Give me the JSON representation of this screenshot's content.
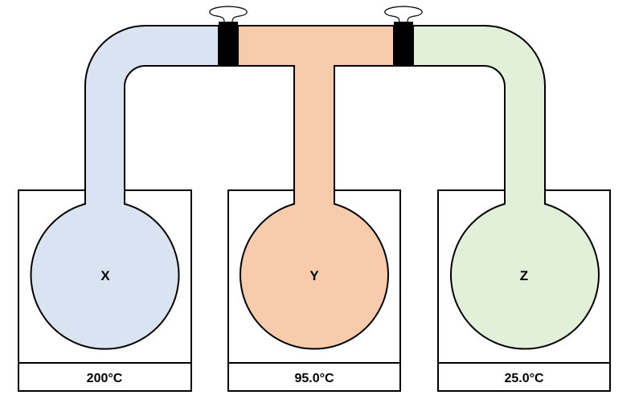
{
  "colors": {
    "x": "#dae3f1",
    "y": "#f8cbad",
    "z": "#e2efd9",
    "valve": "#000000"
  },
  "flasks": [
    {
      "label": "X",
      "temperature": "200°C"
    },
    {
      "label": "Y",
      "temperature": "95.0°C"
    },
    {
      "label": "Z",
      "temperature": "25.0°C"
    }
  ],
  "icons": {
    "valve": "stopcock-icon"
  }
}
